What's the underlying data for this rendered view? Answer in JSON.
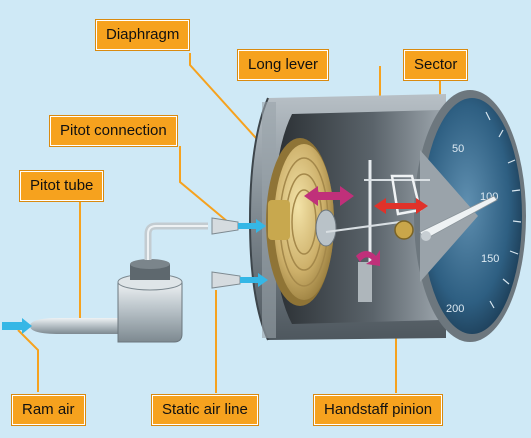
{
  "labels": {
    "diaphragm": "Diaphragm",
    "long_lever": "Long lever",
    "sector": "Sector",
    "pitot_connection": "Pitot connection",
    "pitot_tube": "Pitot tube",
    "ram_air": "Ram air",
    "static_air_line": "Static air line",
    "handstaff_pinion": "Handstaff pinion"
  },
  "dial_numbers": [
    "50",
    "100",
    "150",
    "200"
  ],
  "colors": {
    "background": "#cfe9f6",
    "callout": "#f6a21e",
    "leader_line": "#f6a21e",
    "dial_face": "#2e5f82",
    "casing": "#7f8a93",
    "diaphragm": "#cdb06a",
    "arrow_magenta": "#c0307a",
    "arrow_red": "#e0322a",
    "arrow_cyan": "#35b7e6"
  }
}
